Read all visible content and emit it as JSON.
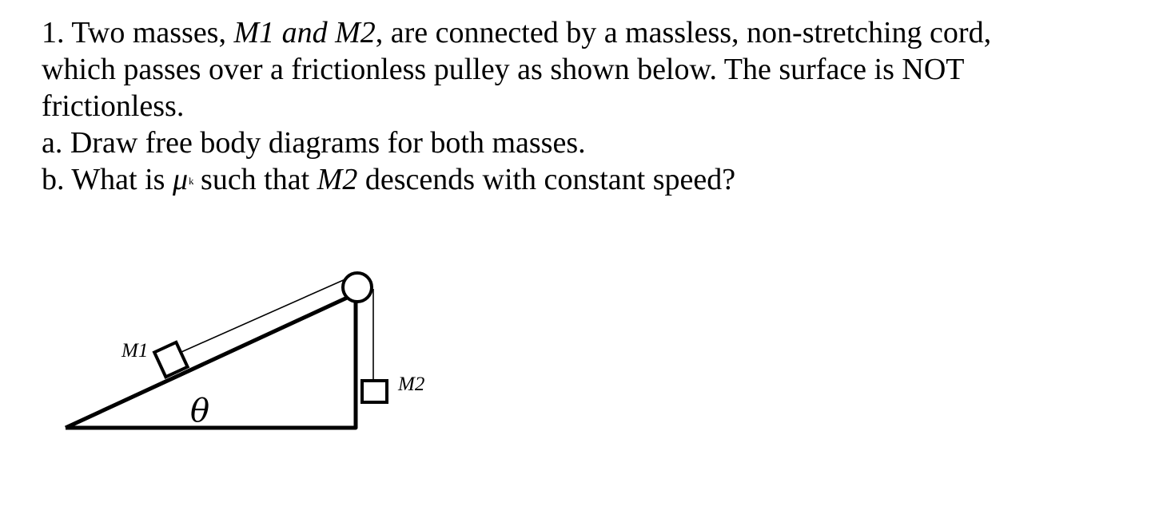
{
  "problem": {
    "line1": {
      "prefix": "1. Two masses, ",
      "masses_italic": "M1 and M2",
      "suffix": ", are connected by a massless, non-stretching cord,"
    },
    "line2": "which passes over a frictionless pulley as shown below. The surface is NOT",
    "line3": "frictionless.",
    "part_a": "a. Draw free body diagrams for both masses.",
    "part_b": {
      "prefix": "b. What is ",
      "mu_symbol": "μ",
      "mu_subscript": "k",
      "middle": " such that ",
      "mass_italic": "M2",
      "suffix": " descends with constant speed?"
    }
  },
  "figure": {
    "m1_label": "M1",
    "m2_label": "M2",
    "angle_label": "θ"
  }
}
